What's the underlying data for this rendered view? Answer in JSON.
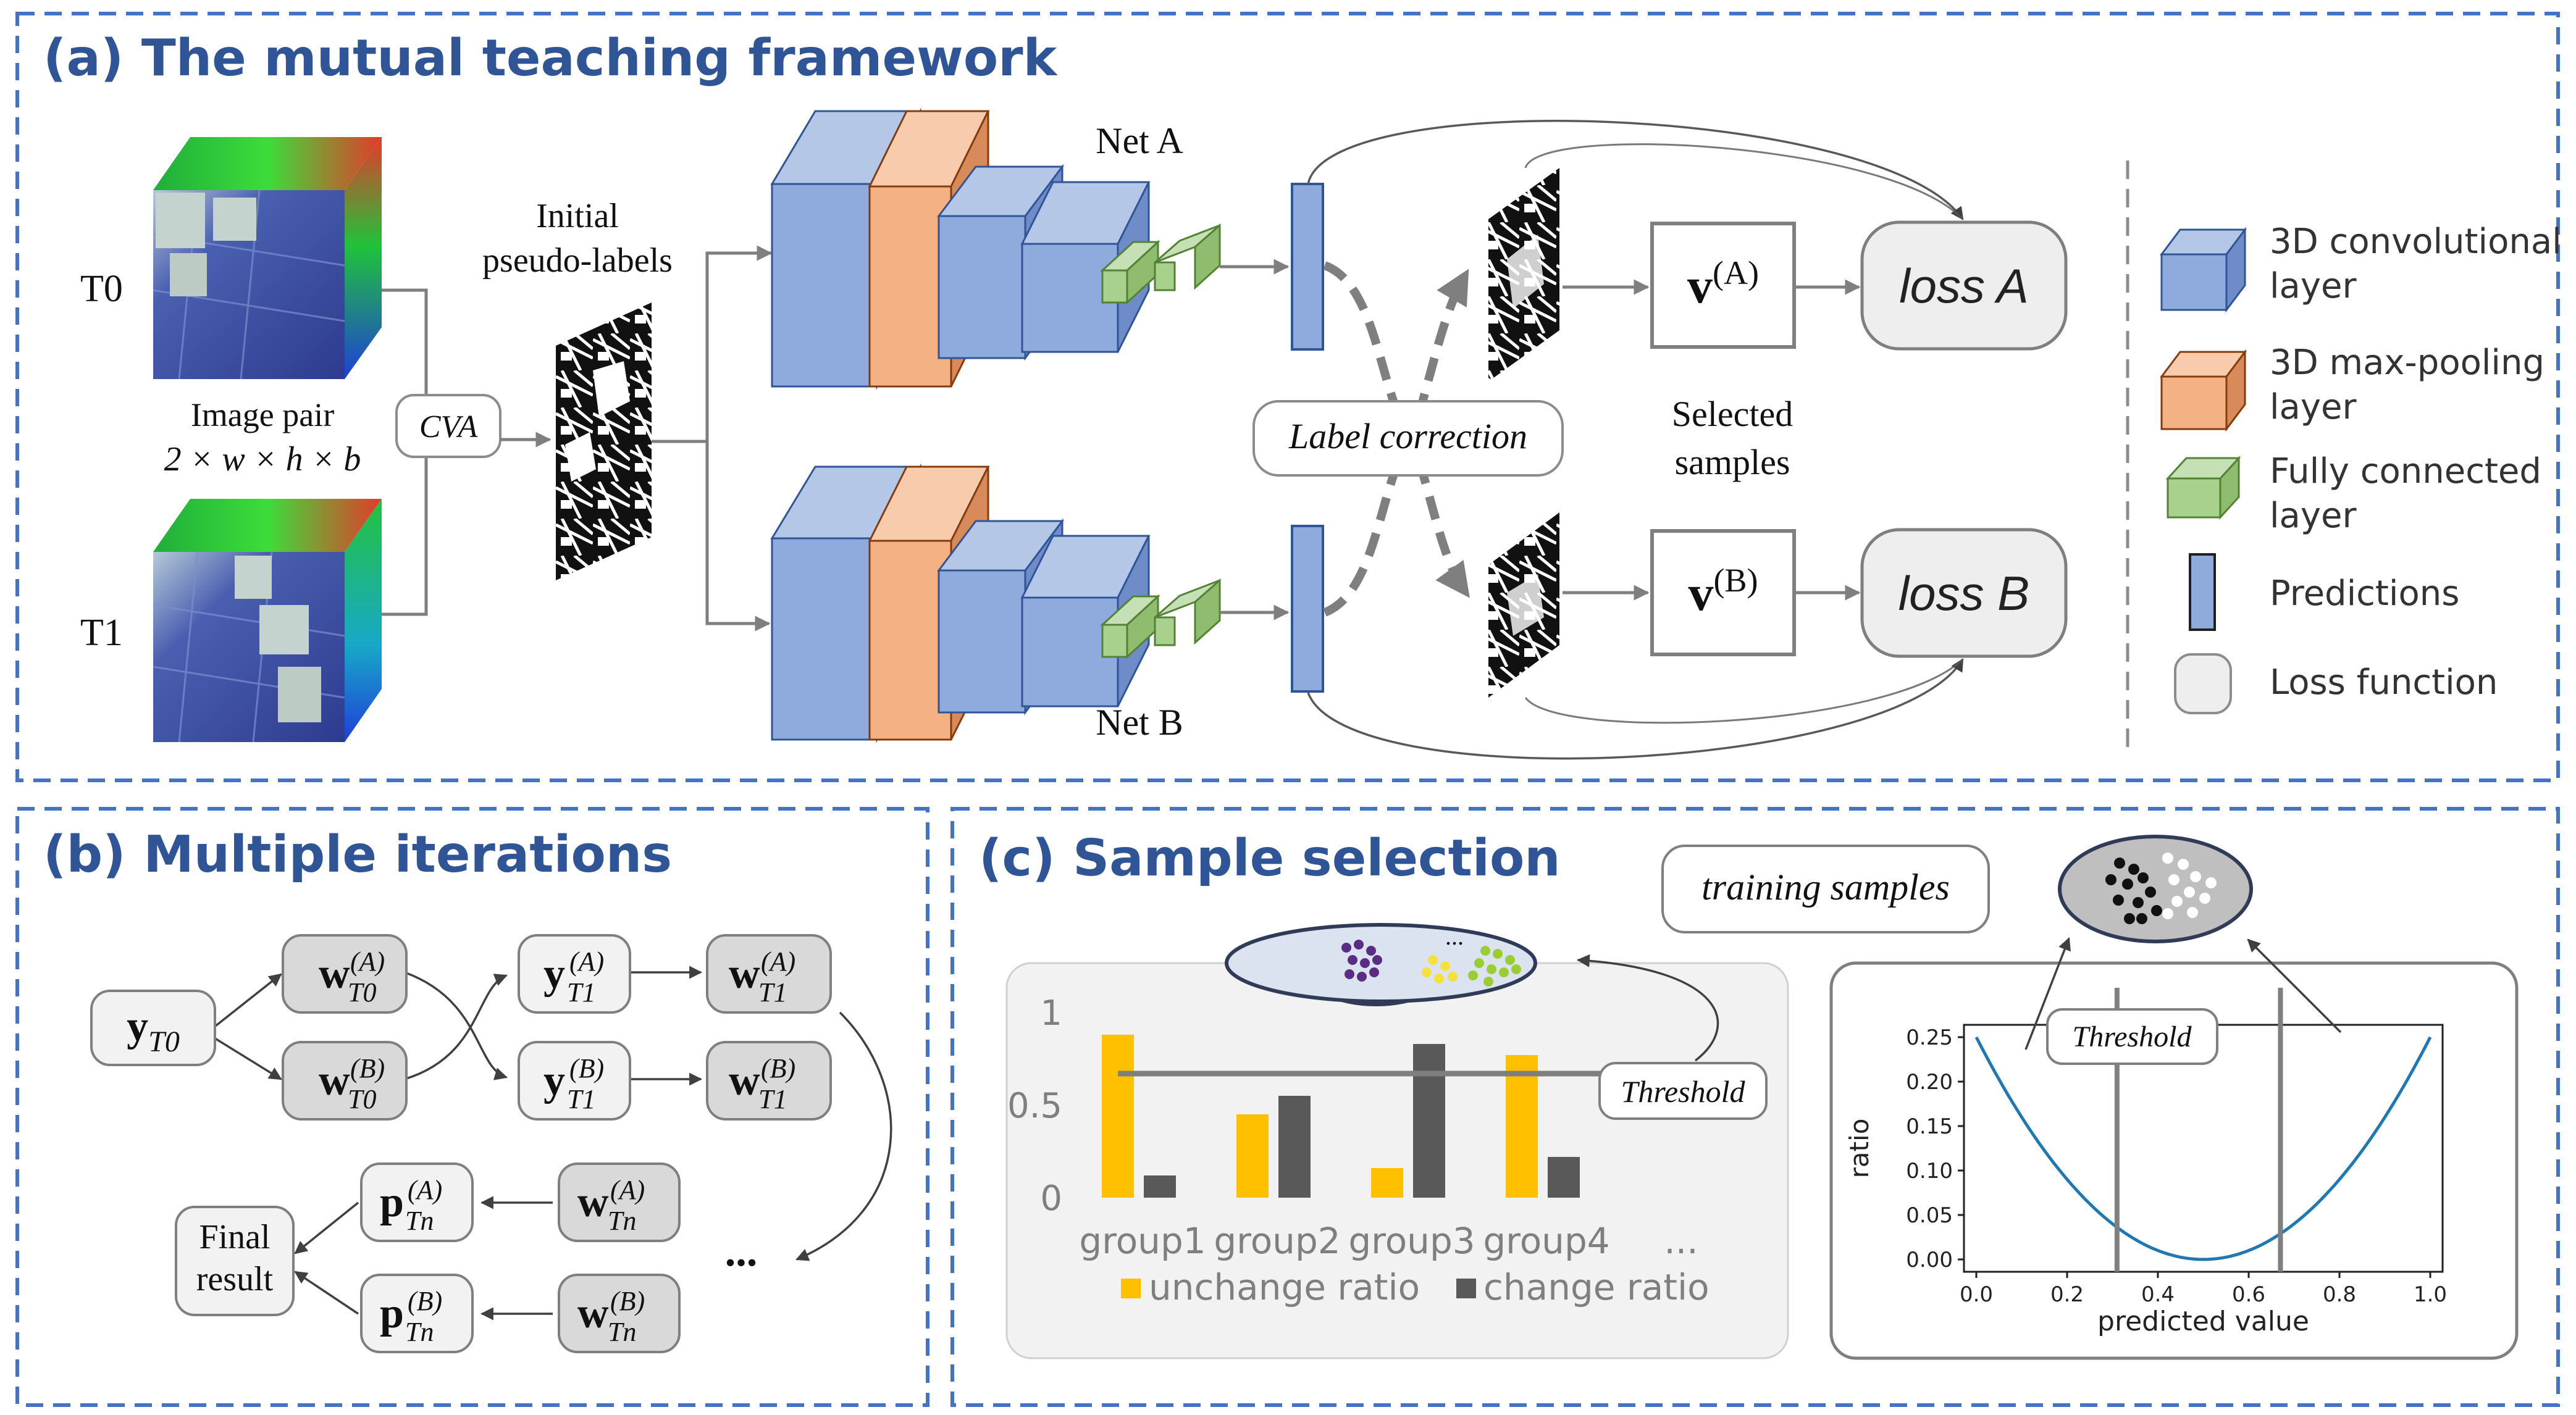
{
  "panels": {
    "a_title": "(a) The mutual teaching framework",
    "b_title": "(b) Multiple iterations",
    "c_title": "(c) Sample selection"
  },
  "framework": {
    "t0": "T0",
    "t1": "T1",
    "image_pair_line1": "Image pair",
    "image_pair_line2": "2 × w × h × b",
    "cva": "CVA",
    "initial_line1": "Initial",
    "initial_line2": "pseudo-labels",
    "net_a": "Net A",
    "net_b": "Net B",
    "label_correction": "Label correction",
    "selected_line1": "Selected",
    "selected_line2": "samples",
    "v_a": "v",
    "v_a_sup": "(A)",
    "v_b": "v",
    "v_b_sup": "(B)",
    "loss_a": "loss A",
    "loss_b": "loss B"
  },
  "legend": [
    {
      "line1": "3D convolutional",
      "line2": "layer",
      "color": "#8faadc",
      "icon": "conv-cube-icon"
    },
    {
      "line1": "3D max-pooling",
      "line2": "layer",
      "color": "#f4b183",
      "icon": "pool-cube-icon"
    },
    {
      "line1": "Fully connected",
      "line2": "layer",
      "color": "#a9d18e",
      "icon": "fc-cube-icon"
    },
    {
      "line1": "Predictions",
      "line2": "",
      "color": "#8faadc",
      "icon": "prediction-bar-icon"
    },
    {
      "line1": "Loss function",
      "line2": "",
      "color": "#eeeeee",
      "icon": "loss-box-icon"
    }
  ],
  "iterations": {
    "y_t0": {
      "base": "y",
      "sub": "T0",
      "sup": ""
    },
    "w_a_t0": {
      "base": "w",
      "sub": "T0",
      "sup": "(A)"
    },
    "w_b_t0": {
      "base": "w",
      "sub": "T0",
      "sup": "(B)"
    },
    "y_a_t1": {
      "base": "y",
      "sub": "T1",
      "sup": "(A)"
    },
    "y_b_t1": {
      "base": "y",
      "sub": "T1",
      "sup": "(B)"
    },
    "w_a_t1": {
      "base": "w",
      "sub": "T1",
      "sup": "(A)"
    },
    "w_b_t1": {
      "base": "w",
      "sub": "T1",
      "sup": "(B)"
    },
    "p_a_tn": {
      "base": "p",
      "sub": "Tn",
      "sup": "(A)"
    },
    "p_b_tn": {
      "base": "p",
      "sub": "Tn",
      "sup": "(B)"
    },
    "w_a_tn": {
      "base": "w",
      "sub": "Tn",
      "sup": "(A)"
    },
    "w_b_tn": {
      "base": "w",
      "sub": "Tn",
      "sup": "(B)"
    },
    "final_line1": "Final",
    "final_line2": "result",
    "ellipsis": "..."
  },
  "selection": {
    "training_samples": "training samples",
    "threshold_bar": "Threshold",
    "threshold_curve": "Threshold",
    "top_ellipsis": "...",
    "colors": {
      "unchange": "#ffc000",
      "change": "#595959",
      "curve": "#1f77b4",
      "title": "#2f5597"
    }
  },
  "chart_data": [
    {
      "type": "bar",
      "categories": [
        "group1",
        "group2",
        "group3",
        "group4",
        "..."
      ],
      "series": [
        {
          "name": "unchange ratio",
          "values": [
            0.88,
            0.45,
            0.16,
            0.77,
            null
          ]
        },
        {
          "name": "change ratio",
          "values": [
            0.12,
            0.55,
            0.83,
            0.22,
            null
          ]
        }
      ],
      "yticks": [
        "0",
        "0.5",
        "1"
      ],
      "ylim": [
        0,
        1
      ],
      "threshold": 0.67,
      "grid": false,
      "legend": "bottom"
    },
    {
      "type": "line",
      "x": [
        0.0,
        0.1,
        0.2,
        0.3,
        0.4,
        0.5,
        0.6,
        0.7,
        0.8,
        0.9,
        1.0
      ],
      "series": [
        {
          "values": [
            0.25,
            0.16,
            0.09,
            0.04,
            0.01,
            0.0,
            0.01,
            0.04,
            0.09,
            0.16,
            0.25
          ]
        }
      ],
      "xlabel": "predicted value",
      "ylabel": "ratio",
      "xticks": [
        "0.0",
        "0.2",
        "0.4",
        "0.6",
        "0.8",
        "1.0"
      ],
      "yticks": [
        "0.00",
        "0.05",
        "0.10",
        "0.15",
        "0.20",
        "0.25"
      ],
      "xlim": [
        0,
        1
      ],
      "ylim": [
        0,
        0.25
      ],
      "thresholds": [
        0.31,
        0.67
      ],
      "grid": false
    }
  ]
}
